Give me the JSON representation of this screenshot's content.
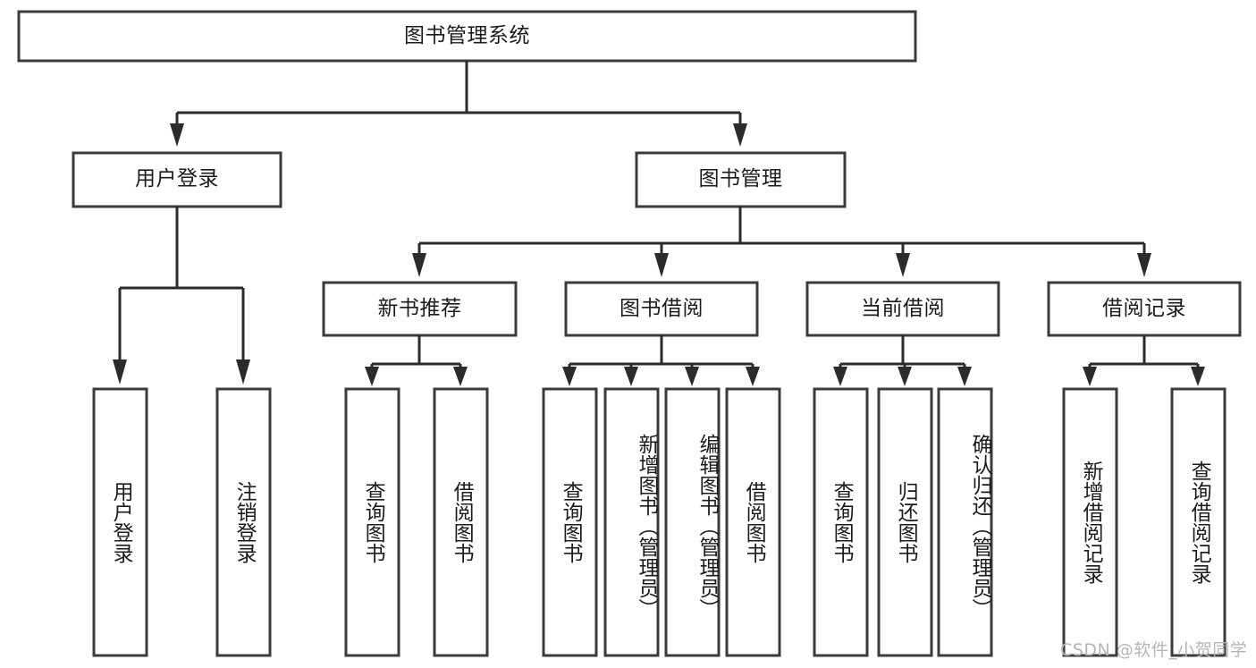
{
  "diagram": {
    "title": "图书管理系统",
    "type": "hierarchy-tree",
    "watermark": "CSDN @软件_小贺同学",
    "colors": {
      "node_border": "#3b3b3b",
      "node_fill": "#ffffff",
      "connector": "#2b2b2b",
      "text": "#1c1c1c",
      "watermark": "#b6b6b6",
      "background": "#ffffff"
    },
    "levels": {
      "root": {
        "label": "图书管理系统"
      },
      "level2": [
        {
          "id": "user-login",
          "label": "用户登录"
        },
        {
          "id": "book-manage",
          "label": "图书管理"
        }
      ],
      "level3": [
        {
          "id": "new-book-recommend",
          "label": "新书推荐"
        },
        {
          "id": "book-borrow",
          "label": "图书借阅"
        },
        {
          "id": "current-borrow",
          "label": "当前借阅"
        },
        {
          "id": "borrow-record",
          "label": "借阅记录"
        }
      ],
      "leaves": {
        "user-login": [
          {
            "id": "leaf-user-login",
            "label": "用户登录"
          },
          {
            "id": "leaf-user-logout",
            "label": "注销登录"
          }
        ],
        "new-book-recommend": [
          {
            "id": "leaf-query-book-1",
            "label": "查询图书"
          },
          {
            "id": "leaf-borrow-book-1",
            "label": "借阅图书"
          }
        ],
        "book-borrow": [
          {
            "id": "leaf-query-book-2",
            "label": "查询图书"
          },
          {
            "id": "leaf-add-book",
            "label": "新增图书（管理员）"
          },
          {
            "id": "leaf-edit-book",
            "label": "编辑图书（管理员）"
          },
          {
            "id": "leaf-borrow-book-2",
            "label": "借阅图书"
          }
        ],
        "current-borrow": [
          {
            "id": "leaf-query-book-3",
            "label": "查询图书"
          },
          {
            "id": "leaf-return-book",
            "label": "归还图书"
          },
          {
            "id": "leaf-confirm-return",
            "label": "确认归还（管理员）"
          }
        ],
        "borrow-record": [
          {
            "id": "leaf-add-record",
            "label": "新增借阅记录"
          },
          {
            "id": "leaf-query-record",
            "label": "查询借阅记录"
          }
        ]
      }
    }
  }
}
